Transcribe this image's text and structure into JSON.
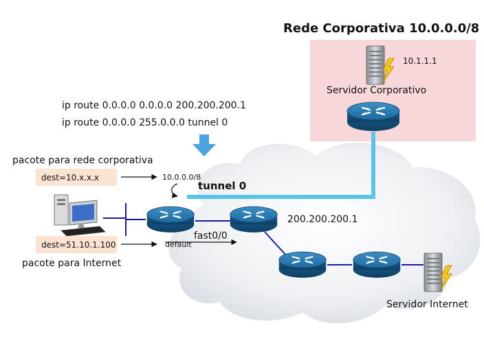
{
  "corporate": {
    "title": "Rede Corporativa 10.0.0.0/8",
    "server_ip": "10.1.1.1",
    "server_label": "Servidor Corporativo",
    "zone_color": "#f8d7da"
  },
  "routes": {
    "line1": "ip route 0.0.0.0 0.0.0.0 200.200.200.1",
    "line2": "ip route 0.0.0.0 255.0.0.0 tunnel 0"
  },
  "packets": {
    "corp_caption": "pacote para rede corporativa",
    "corp_dest": "dest=10.x.x.x",
    "internet_caption": "pacote para Internet",
    "internet_dest": "dest=51.10.1.100",
    "box_color": "#fbe3d1"
  },
  "labels": {
    "route_target": "10.0.0.0/8",
    "tunnel": "tunnel 0",
    "interface": "fast0/0",
    "default": "default",
    "next_hop": "200.200.200.1",
    "internet_server": "Servidor Internet"
  },
  "colors": {
    "tunnel": "#59c3e8",
    "link": "#1a1aa6",
    "router": "#1f6fa8",
    "arrow_down": "#4aa3df"
  },
  "icons": {
    "router": "router-icon",
    "server": "server-icon",
    "pc": "pc-icon",
    "cloud": "cloud-icon"
  }
}
